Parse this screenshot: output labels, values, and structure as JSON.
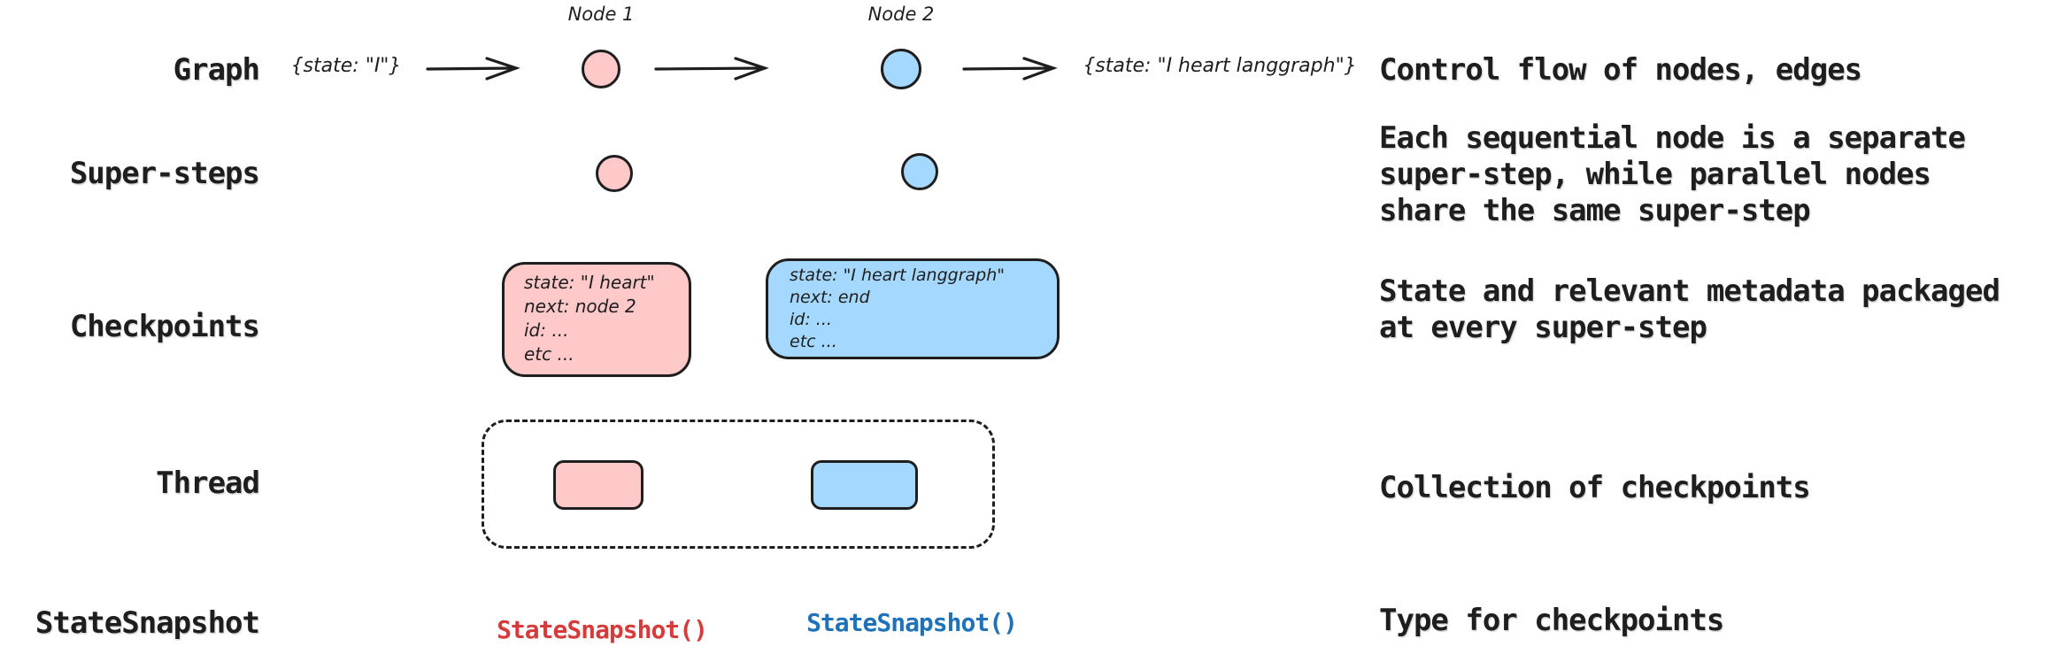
{
  "colors": {
    "ink": "#1e1e1e",
    "pink_fill": "#ffc9c9",
    "blue_fill": "#a5d8ff",
    "red_code": "#d63b3b",
    "blue_code": "#1f71b8",
    "bg": "#ffffff"
  },
  "rows": {
    "graph": {
      "label": "Graph",
      "description": "Control flow of nodes, edges",
      "input_state": "{state: \"I\"}",
      "output_state": "{state: \"I heart langgraph\"}",
      "node1_label": "Node 1",
      "node2_label": "Node 2"
    },
    "super_steps": {
      "label": "Super-steps",
      "description": [
        "Each sequential node is a separate",
        "super-step, while parallel nodes",
        "share the same super-step"
      ]
    },
    "checkpoints": {
      "label": "Checkpoints",
      "description": [
        "State and relevant metadata packaged",
        "at every super-step"
      ],
      "pink_card_lines": [
        "state: \"I heart\"",
        "next: node 2",
        "id: ...",
        "etc ..."
      ],
      "blue_card_lines": [
        "state: \"I heart langgraph\"",
        "next: end",
        "id: ...",
        "etc ..."
      ]
    },
    "thread": {
      "label": "Thread",
      "description": "Collection of checkpoints"
    },
    "state_snapshot": {
      "label": "StateSnapshot",
      "description": "Type for checkpoints",
      "pink_code": "StateSnapshot()",
      "blue_code": "StateSnapshot()"
    }
  }
}
